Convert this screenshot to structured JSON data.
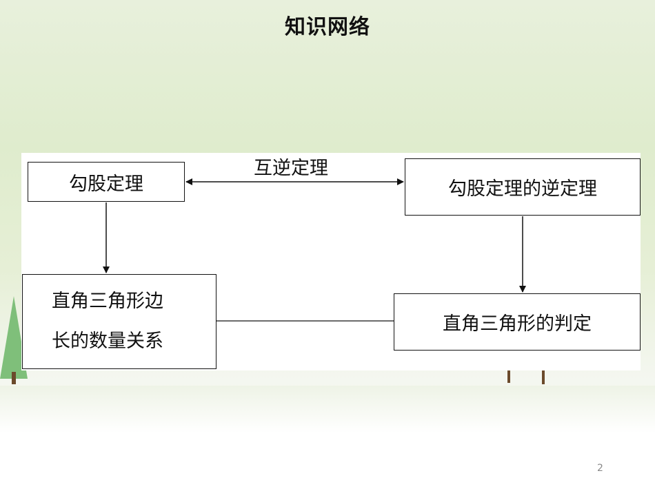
{
  "slide": {
    "title": "知识网络",
    "page_number": "2"
  },
  "diagram": {
    "nodes": {
      "theorem": "勾股定理",
      "converse": "勾股定理的逆定理",
      "relation_line1": "直角三角形边",
      "relation_line2": "长的数量关系",
      "judgement": "直角三角形的判定"
    },
    "edge_label": "互逆定理"
  }
}
